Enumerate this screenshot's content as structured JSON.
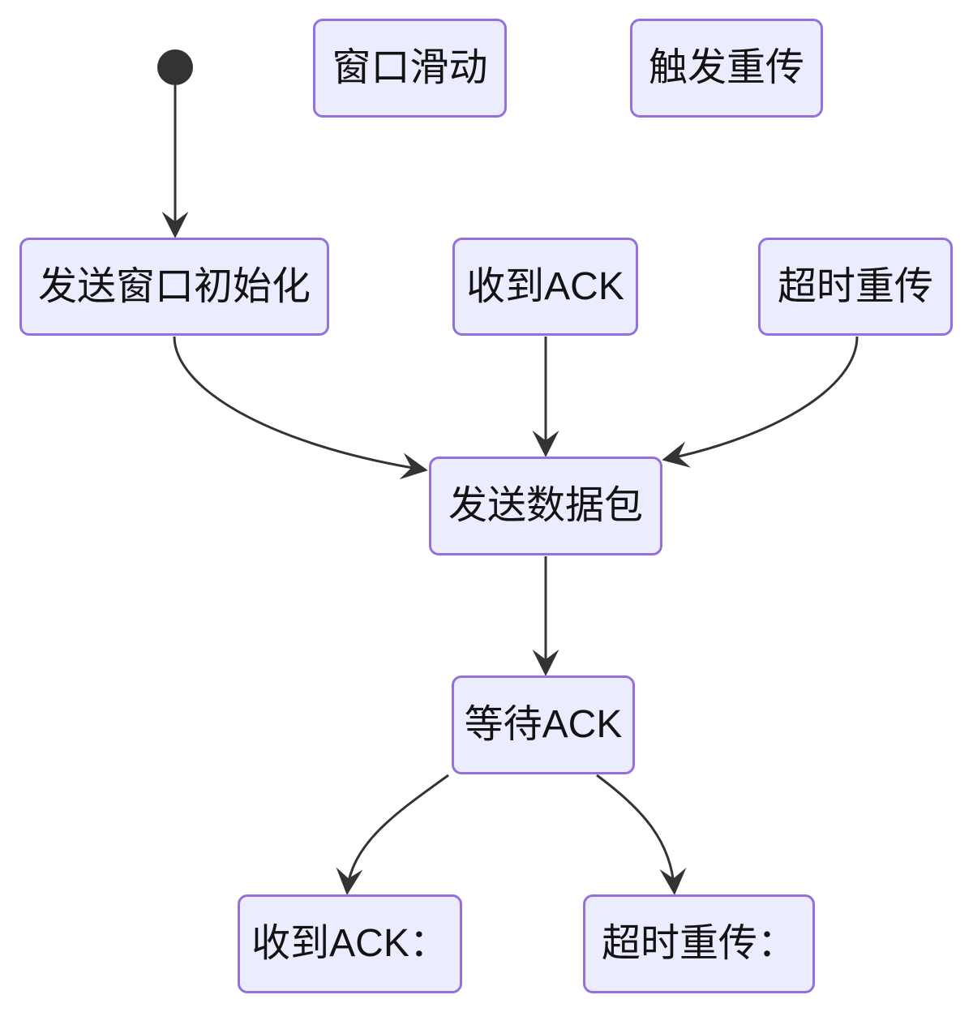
{
  "nodes": {
    "start": {
      "label": "",
      "type": "initial-state-dot"
    },
    "window_slide": {
      "label": "窗口滑动"
    },
    "trigger_retransmit": {
      "label": "触发重传"
    },
    "send_window_init": {
      "label": "发送窗口初始化"
    },
    "receive_ack": {
      "label": "收到ACK"
    },
    "timeout_retransmit": {
      "label": "超时重传"
    },
    "send_packet": {
      "label": "发送数据包"
    },
    "wait_ack": {
      "label": "等待ACK"
    },
    "receive_ack_result": {
      "label": "收到ACK："
    },
    "timeout_retransmit_result": {
      "label": "超时重传："
    }
  },
  "edges": [
    {
      "from": "start",
      "to": "send_window_init"
    },
    {
      "from": "send_window_init",
      "to": "send_packet"
    },
    {
      "from": "receive_ack",
      "to": "send_packet"
    },
    {
      "from": "timeout_retransmit",
      "to": "send_packet"
    },
    {
      "from": "send_packet",
      "to": "wait_ack"
    },
    {
      "from": "wait_ack",
      "to": "receive_ack_result"
    },
    {
      "from": "wait_ack",
      "to": "timeout_retransmit_result"
    }
  ],
  "colors": {
    "node_fill": "#ECECFF",
    "node_border": "#9370DB",
    "edge_line": "#333333",
    "text": "#131313",
    "background": "#FFFFFF"
  }
}
